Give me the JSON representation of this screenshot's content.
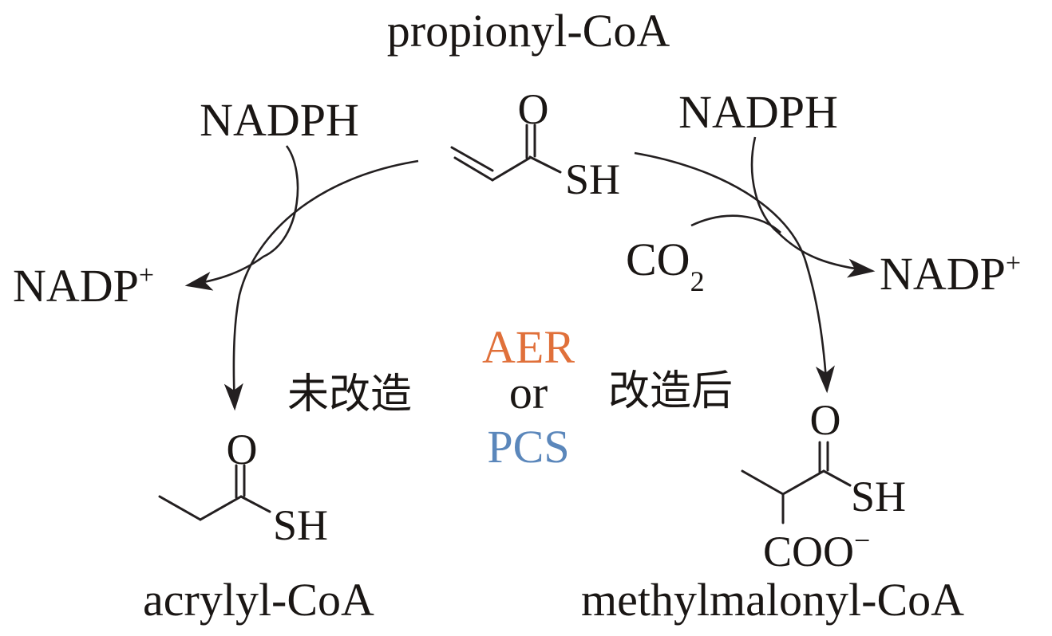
{
  "title": "propionyl-CoA",
  "center_molecule": {
    "name": "propionyl-CoA",
    "atoms": {
      "oxygen": "O",
      "thiol": "SH"
    }
  },
  "left_pathway": {
    "cofactor_in": "NADPH",
    "cofactor_out": "NADP",
    "cofactor_out_charge": "+",
    "label": "未改造",
    "product": {
      "name": "acrylyl-CoA",
      "atoms": {
        "oxygen": "O",
        "thiol": "SH"
      }
    }
  },
  "right_pathway": {
    "cofactor_in": "NADPH",
    "cofactor_out": "NADP",
    "cofactor_out_charge": "+",
    "co2": "CO",
    "co2_subscript": "2",
    "label": "改造后",
    "product": {
      "name": "methylmalonyl-CoA",
      "atoms": {
        "oxygen": "O",
        "thiol": "SH",
        "carboxylate": "COO",
        "carboxylate_charge": "−"
      }
    }
  },
  "enzyme": {
    "option_a": "AER",
    "connector": "or",
    "option_b": "PCS"
  },
  "colors": {
    "aer": "#e0703a",
    "pcs": "#5b87bb",
    "ink": "#1a1614"
  }
}
